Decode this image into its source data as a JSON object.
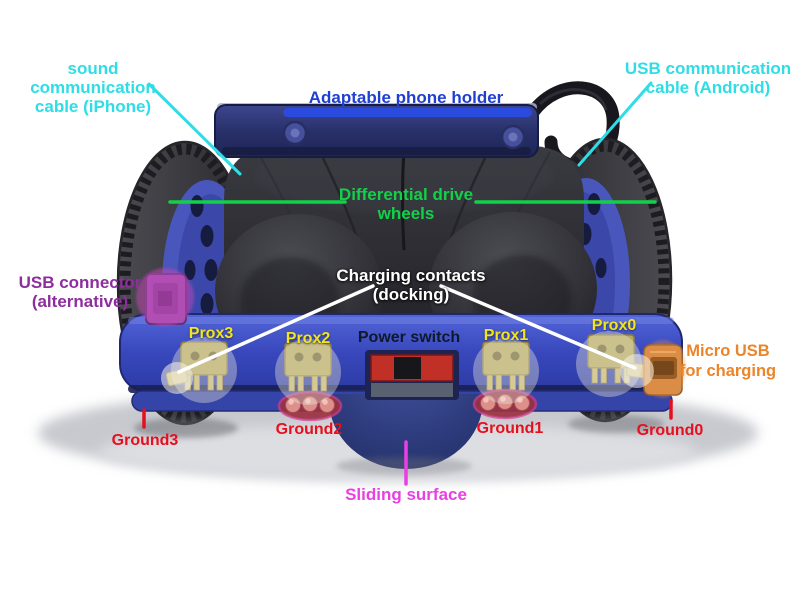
{
  "annotations": {
    "sound_cable": {
      "line1": "sound communication",
      "line2": "cable (iPhone)",
      "color": "#2EDDE6"
    },
    "phone_holder": {
      "text": "Adaptable phone holder",
      "color": "#1E3FD2"
    },
    "usb_cable": {
      "line1": "USB communication",
      "line2": "cable (Android)",
      "color": "#2EDDE6"
    },
    "drive_wheels": {
      "line1": "Differential drive",
      "line2": "wheels",
      "color": "#12D148"
    },
    "usb_connector": {
      "line1": "USB connector",
      "line2": "(alternative)",
      "color": "#8E2D9E"
    },
    "charging_contacts": {
      "line1": "Charging contacts",
      "line2": "(docking)",
      "color": "#FFFFFF"
    },
    "power_switch": {
      "text": "Power switch",
      "color": "#10182E"
    },
    "prox3": {
      "text": "Prox3",
      "color": "#F2E51C"
    },
    "prox2": {
      "text": "Prox2",
      "color": "#F2E51C"
    },
    "prox1": {
      "text": "Prox1",
      "color": "#F2E51C"
    },
    "prox0": {
      "text": "Prox0",
      "color": "#F2E51C"
    },
    "micro_usb": {
      "line1": "Micro USB",
      "line2": "for charging",
      "color": "#EC8428"
    },
    "ground3": {
      "text": "Ground3",
      "color": "#E60F1E"
    },
    "ground2": {
      "text": "Ground2",
      "color": "#E60F1E"
    },
    "ground1": {
      "text": "Ground1",
      "color": "#E60F1E"
    },
    "ground0": {
      "text": "Ground0",
      "color": "#E60F1E"
    },
    "sliding_surface": {
      "text": "Sliding surface",
      "color": "#EA3FE2"
    }
  }
}
